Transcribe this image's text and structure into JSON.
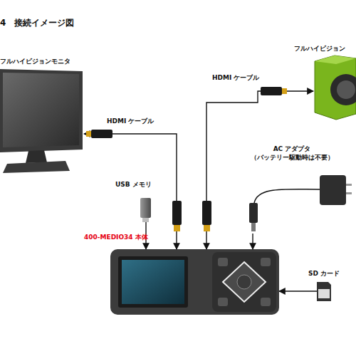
{
  "diagram": {
    "title": "4　接続イメージ図",
    "nodes": [
      {
        "text": [
          "フルハイビジョンモニタ"
        ]
      },
      {
        "text": [
          "フルハイビジョン"
        ]
      },
      {
        "text": [
          "AC アダプタ （バッテリー駆動時は不要）"
        ]
      },
      {
        "text": [
          "USB メモリ"
        ]
      },
      {
        "text": [
          "400-MEDIO34 本体"
        ]
      },
      {
        "text": [
          "SD カード"
        ]
      }
    ],
    "edges": [
      {
        "from": 4,
        "to": 0,
        "arrow": "both",
        "label": "HDMI ケーブル"
      },
      {
        "from": 4,
        "to": 1,
        "arrow": "both",
        "label": "HDMI ケーブル"
      },
      {
        "from": 3,
        "to": 4,
        "arrow": "to"
      },
      {
        "from": 2,
        "to": 4,
        "arrow": "to"
      },
      {
        "from": 5,
        "to": 4,
        "arrow": "to"
      }
    ]
  }
}
